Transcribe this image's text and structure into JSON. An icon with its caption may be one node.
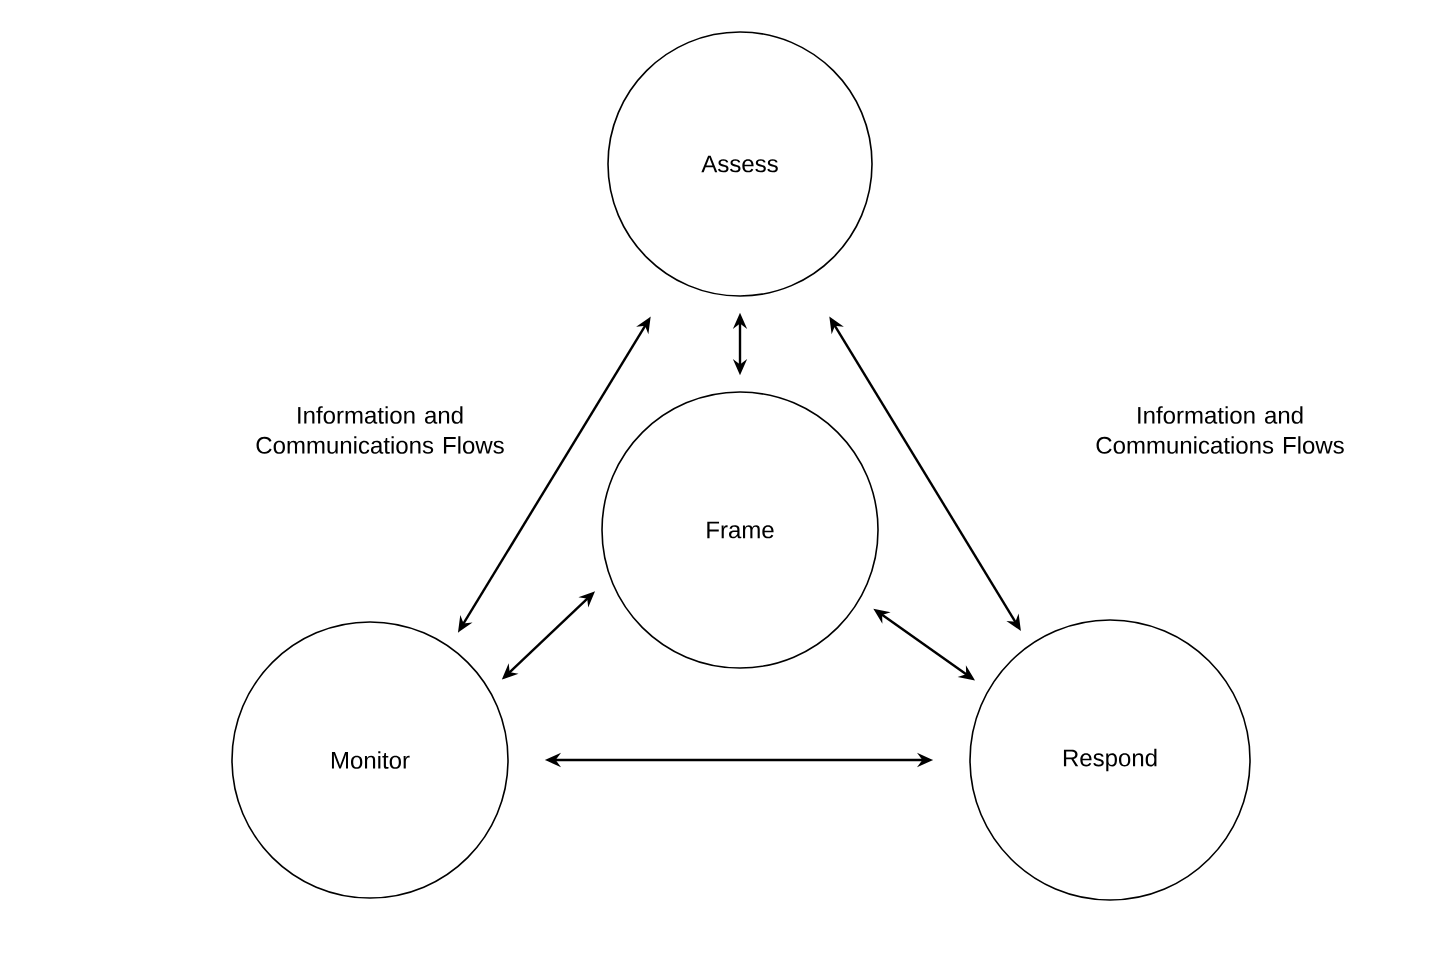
{
  "diagram": {
    "nodes": [
      {
        "text": [
          "Assess"
        ]
      },
      {
        "text": [
          "Frame"
        ]
      },
      {
        "text": [
          "Monitor"
        ]
      },
      {
        "text": [
          "Respond"
        ]
      }
    ],
    "edges": [
      {
        "from": 0,
        "to": 1,
        "arrow": "both"
      },
      {
        "from": 0,
        "to": 2,
        "arrow": "both"
      },
      {
        "from": 0,
        "to": 3,
        "arrow": "both"
      },
      {
        "from": 2,
        "to": 1,
        "arrow": "both"
      },
      {
        "from": 1,
        "to": 3,
        "arrow": "both"
      },
      {
        "from": 2,
        "to": 3,
        "arrow": "both"
      }
    ],
    "labels": [
      "Information and Communications Flows",
      "Information and Communications Flows"
    ]
  }
}
